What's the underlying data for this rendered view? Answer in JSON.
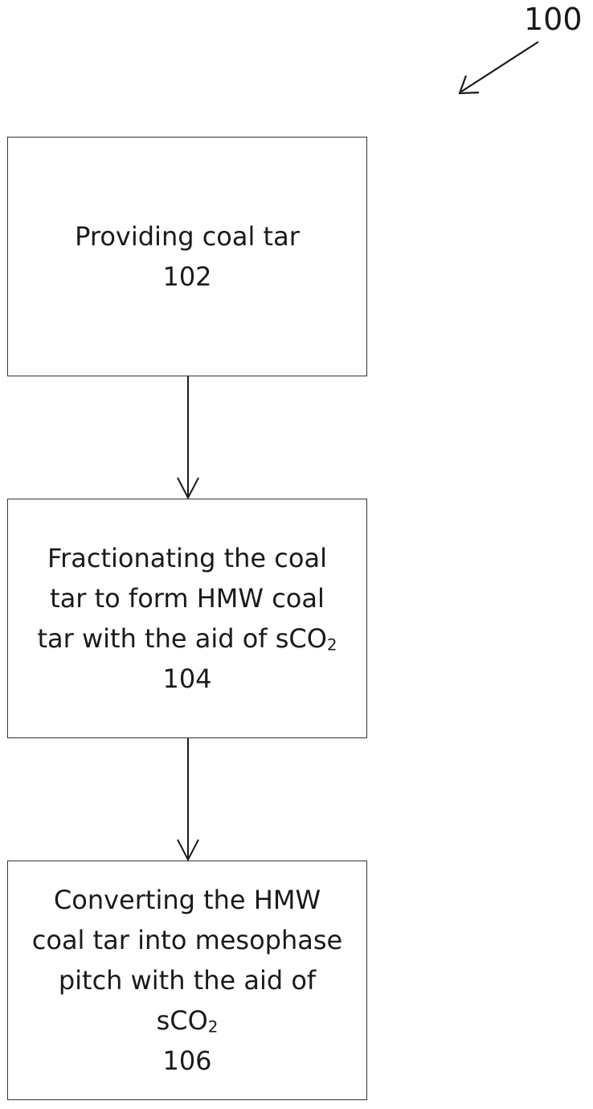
{
  "figure_ref": "100",
  "steps": [
    {
      "lines": [
        "Providing coal tar"
      ],
      "number": "102"
    },
    {
      "lines": [
        "Fractionating the coal",
        "tar to form HMW coal",
        "tar with the aid of sCO"
      ],
      "sub": "2",
      "number": "104"
    },
    {
      "lines": [
        "Converting the HMW",
        "coal tar into mesophase",
        "pitch with the aid of",
        "sCO"
      ],
      "sub": "2",
      "number": "106"
    }
  ]
}
